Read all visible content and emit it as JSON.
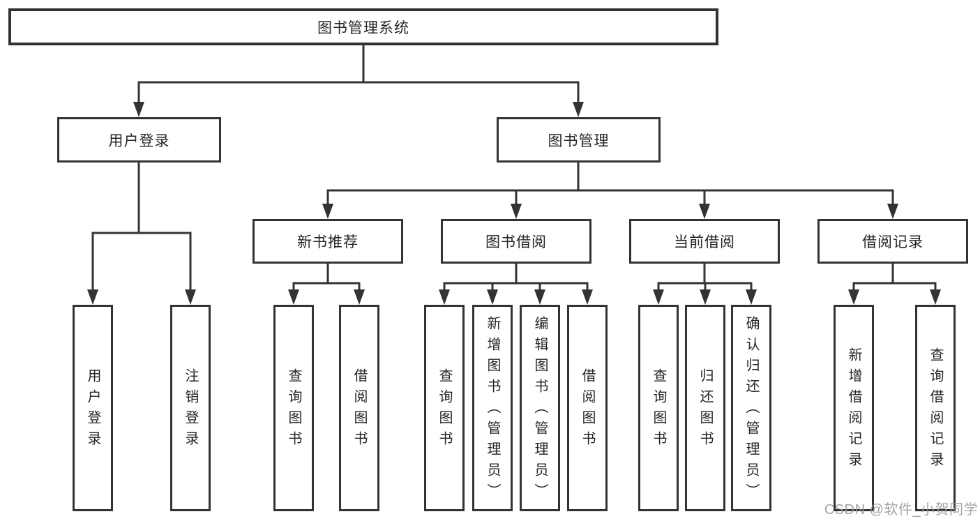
{
  "diagram": {
    "root": {
      "label": "图书管理系统"
    },
    "level2": {
      "user_login": {
        "label": "用户登录"
      },
      "book_management": {
        "label": "图书管理"
      }
    },
    "level3": {
      "new_book": {
        "label": "新书推荐"
      },
      "book_borrow": {
        "label": "图书借阅"
      },
      "current_borrow": {
        "label": "当前借阅"
      },
      "borrow_records": {
        "label": "借阅记录"
      }
    },
    "leaves": {
      "user_login": [
        "用户登录",
        "注销登录"
      ],
      "new_book": [
        "查询图书",
        "借阅图书"
      ],
      "book_borrow": [
        "查询图书",
        "新增图书（管理员）",
        "编辑图书（管理员）",
        "借阅图书"
      ],
      "current_borrow": [
        "查询图书",
        "归还图书",
        "确认归还（管理员）"
      ],
      "borrow_records": [
        "新增借阅记录",
        "查询借阅记录"
      ]
    }
  },
  "watermark": {
    "text": "CSDN @软件_小贺同学"
  },
  "colors": {
    "line": "#333333",
    "box_border": "#333333",
    "box_fill": "#ffffff",
    "text": "#262626",
    "background": "#ffffff",
    "watermark": "#9b9b9b"
  }
}
